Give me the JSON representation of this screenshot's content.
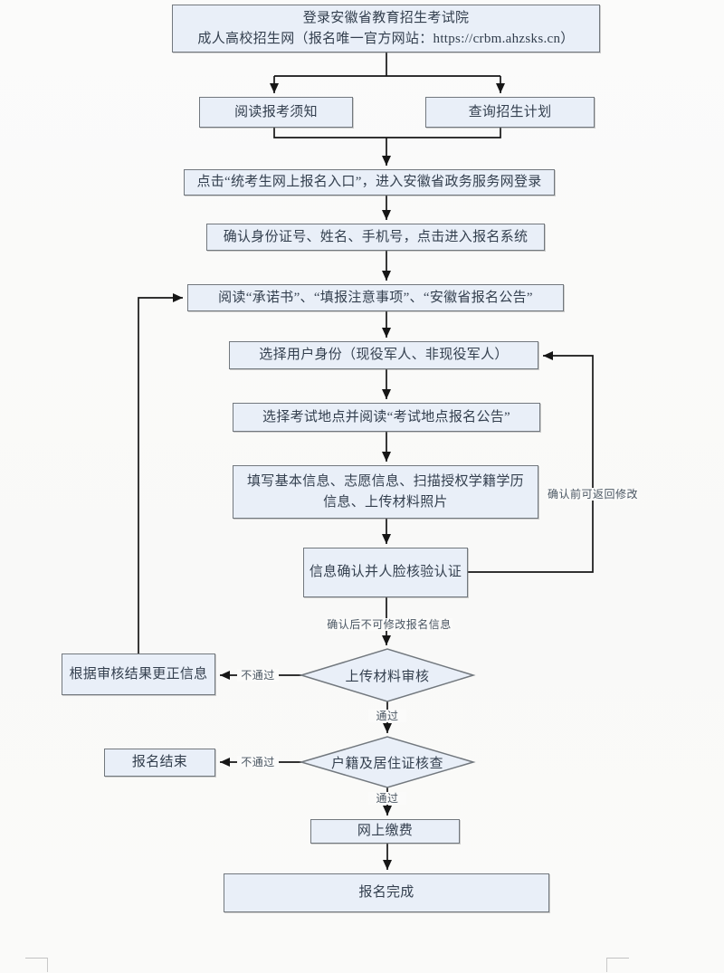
{
  "flowchart": {
    "nodes": {
      "header": {
        "line1": "登录安徽省教育招生考试院",
        "line2": "成人高校招生网（报名唯一官方网站：https://crbm.ahzsks.cn）"
      },
      "read_notice": {
        "label": "阅读报考须知"
      },
      "query_plan": {
        "label": "查询招生计划"
      },
      "entry_login": {
        "label": "点击“统考生网上报名入口”，进入安徽省政务服务网登录"
      },
      "confirm_identity": {
        "label": "确认身份证号、姓名、手机号，点击进入报名系统"
      },
      "read_docs": {
        "label": "阅读“承诺书”、“填报注意事项”、“安徽省报名公告”"
      },
      "select_user_type": {
        "label": "选择用户身份（现役军人、非现役军人）"
      },
      "select_exam_site": {
        "label": "选择考试地点并阅读“考试地点报名公告”"
      },
      "fill_info": {
        "label": "填写基本信息、志愿信息、扫描授权学籍学历信息、上传材料照片"
      },
      "face_verification": {
        "label": "信息确认并人脸核验认证"
      },
      "material_review": {
        "label": "上传材料审核"
      },
      "correct_info": {
        "label": "根据审核结果更正信息"
      },
      "residence_check": {
        "label": "户籍及居住证核查"
      },
      "registration_end": {
        "label": "报名结束"
      },
      "pay_online": {
        "label": "网上缴费"
      },
      "registration_complete": {
        "label": "报名完成"
      }
    },
    "edge_labels": {
      "before_confirm": "确认前可返回修改",
      "after_confirm": "确认后不可修改报名信息",
      "pass_review": "通过",
      "fail_review": "不通过",
      "pass_check": "通过",
      "fail_check": "不通过"
    },
    "colors": {
      "node_fill": "#e9eff8",
      "node_border": "#72787e",
      "connector": "#161616",
      "text": "#333f4e",
      "background": "#fbfbfa"
    }
  }
}
